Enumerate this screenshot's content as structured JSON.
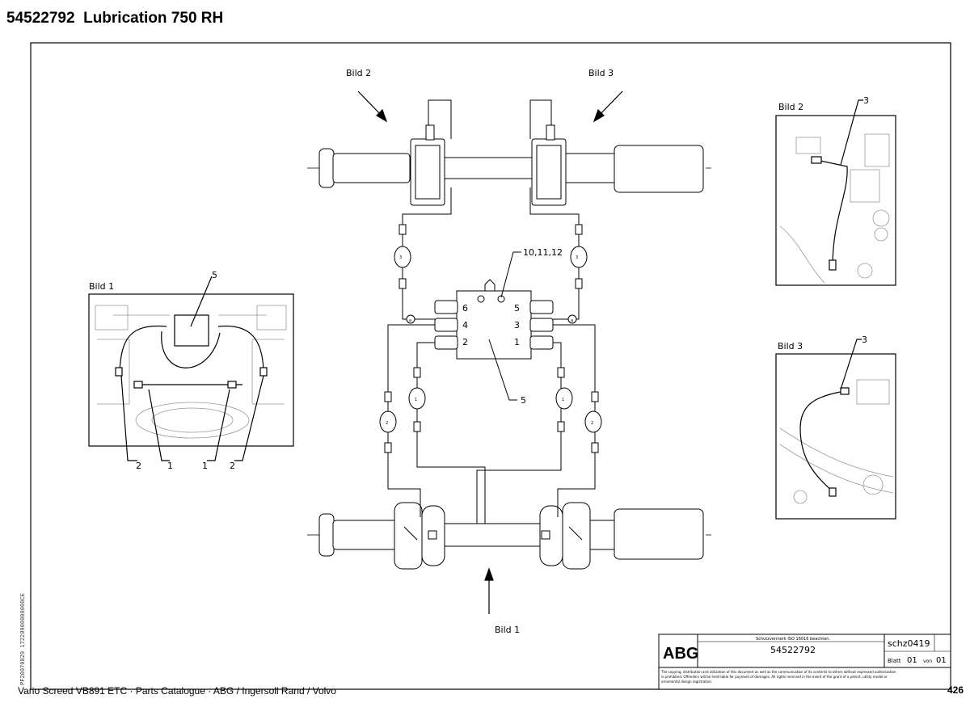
{
  "page": {
    "title": "54522792  Lubrication 750 RH",
    "footer": "Vario Screed VB891 ETC  ·  Parts Catalogue  ·  ABG / Ingersoll Rand / Volvo",
    "page_number": "426",
    "side_code": "PF20070829 17220900000000CE"
  },
  "diagram": {
    "view_labels": {
      "bild1_main": "Bild 1",
      "bild2_main": "Bild 2",
      "bild3_main": "Bild 3",
      "bild1_inset": "Bild 1",
      "bild2_inset": "Bild 2",
      "bild3_inset": "Bild 3"
    },
    "callouts": {
      "block_top": "10,11,12",
      "block_bottom": "5",
      "inset1_top": "5",
      "inset1_b1": "2",
      "inset1_b2": "1",
      "inset1_b3": "1",
      "inset1_b4": "2",
      "inset2": "3",
      "inset3": "3",
      "hose_3_left": "3",
      "hose_3_right": "3",
      "hose_1_left": "1",
      "hose_1_right": "1",
      "hose_2_left": "2",
      "hose_2_right": "2"
    },
    "ports": {
      "left": [
        "6",
        "4",
        "2"
      ],
      "right": [
        "5",
        "3",
        "1"
      ],
      "a_left": "a",
      "a_right": "a"
    }
  },
  "title_block": {
    "logo": "ABG",
    "notice": "Schutzvermerk ISO 16016 beachten.",
    "drawing_number": "54522792",
    "doc_code": "schz0419",
    "sheet_label": "Blatt",
    "sheet": "01",
    "of_label": "von",
    "sheets": "01",
    "disclaimer_1": "The copying, distribution and utilization of this document as well as the communication of its contents to others without expressed authorization",
    "disclaimer_2": "is prohibited. Offenders will be held liable for payment of damages. All rights reserved in the event of the grant of a patent, utility model or",
    "disclaimer_3": "ornamental design registration."
  }
}
